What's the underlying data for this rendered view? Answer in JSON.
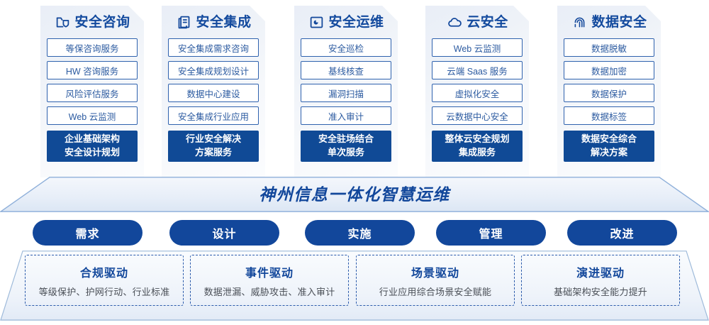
{
  "columns": [
    {
      "icon": "folder-shield-icon",
      "title": "安全咨询",
      "items": [
        "等保咨询服务",
        "HW 咨询服务",
        "风险评估服务",
        "Web 云监测"
      ],
      "highlight": [
        "企业基础架构",
        "安全设计规划"
      ]
    },
    {
      "icon": "stacked-documents-icon",
      "title": "安全集成",
      "items": [
        "安全集成需求咨询",
        "安全集成规划设计",
        "数据中心建设",
        "安全集成行业应用"
      ],
      "highlight": [
        "行业安全解决",
        "方案服务"
      ]
    },
    {
      "icon": "monitor-chart-icon",
      "title": "安全运维",
      "items": [
        "安全巡检",
        "基线核查",
        "漏洞扫描",
        "准入审计"
      ],
      "highlight": [
        "安全驻场结合",
        "单次服务"
      ]
    },
    {
      "icon": "cloud-icon",
      "title": "云安全",
      "items": [
        "Web 云监测",
        "云端 Saas 服务",
        "虚拟化安全",
        "云数据中心安全"
      ],
      "highlight": [
        "整体云安全规划",
        "集成服务"
      ]
    },
    {
      "icon": "fingerprint-icon",
      "title": "数据安全",
      "items": [
        "数据脱敏",
        "数据加密",
        "数据保护",
        "数据标签"
      ],
      "highlight": [
        "数据安全综合",
        "解决方案"
      ]
    }
  ],
  "banner": {
    "title": "神州信息一体化智慧运维"
  },
  "phases": [
    "需求",
    "设计",
    "实施",
    "管理",
    "改进"
  ],
  "drivers": [
    {
      "title": "合规驱动",
      "desc": "等级保护、护网行动、行业标准"
    },
    {
      "title": "事件驱动",
      "desc": "数据泄漏、威胁攻击、准入审计"
    },
    {
      "title": "场景驱动",
      "desc": "行业应用综合场景安全赋能"
    },
    {
      "title": "演进驱动",
      "desc": "基础架构安全能力提升"
    }
  ],
  "colors": {
    "brand_blue": "#12479b",
    "deep_blue": "#104a96",
    "item_border": "#2f62ae",
    "item_text": "#2b5aa0",
    "desc_text": "#4a4f57"
  }
}
